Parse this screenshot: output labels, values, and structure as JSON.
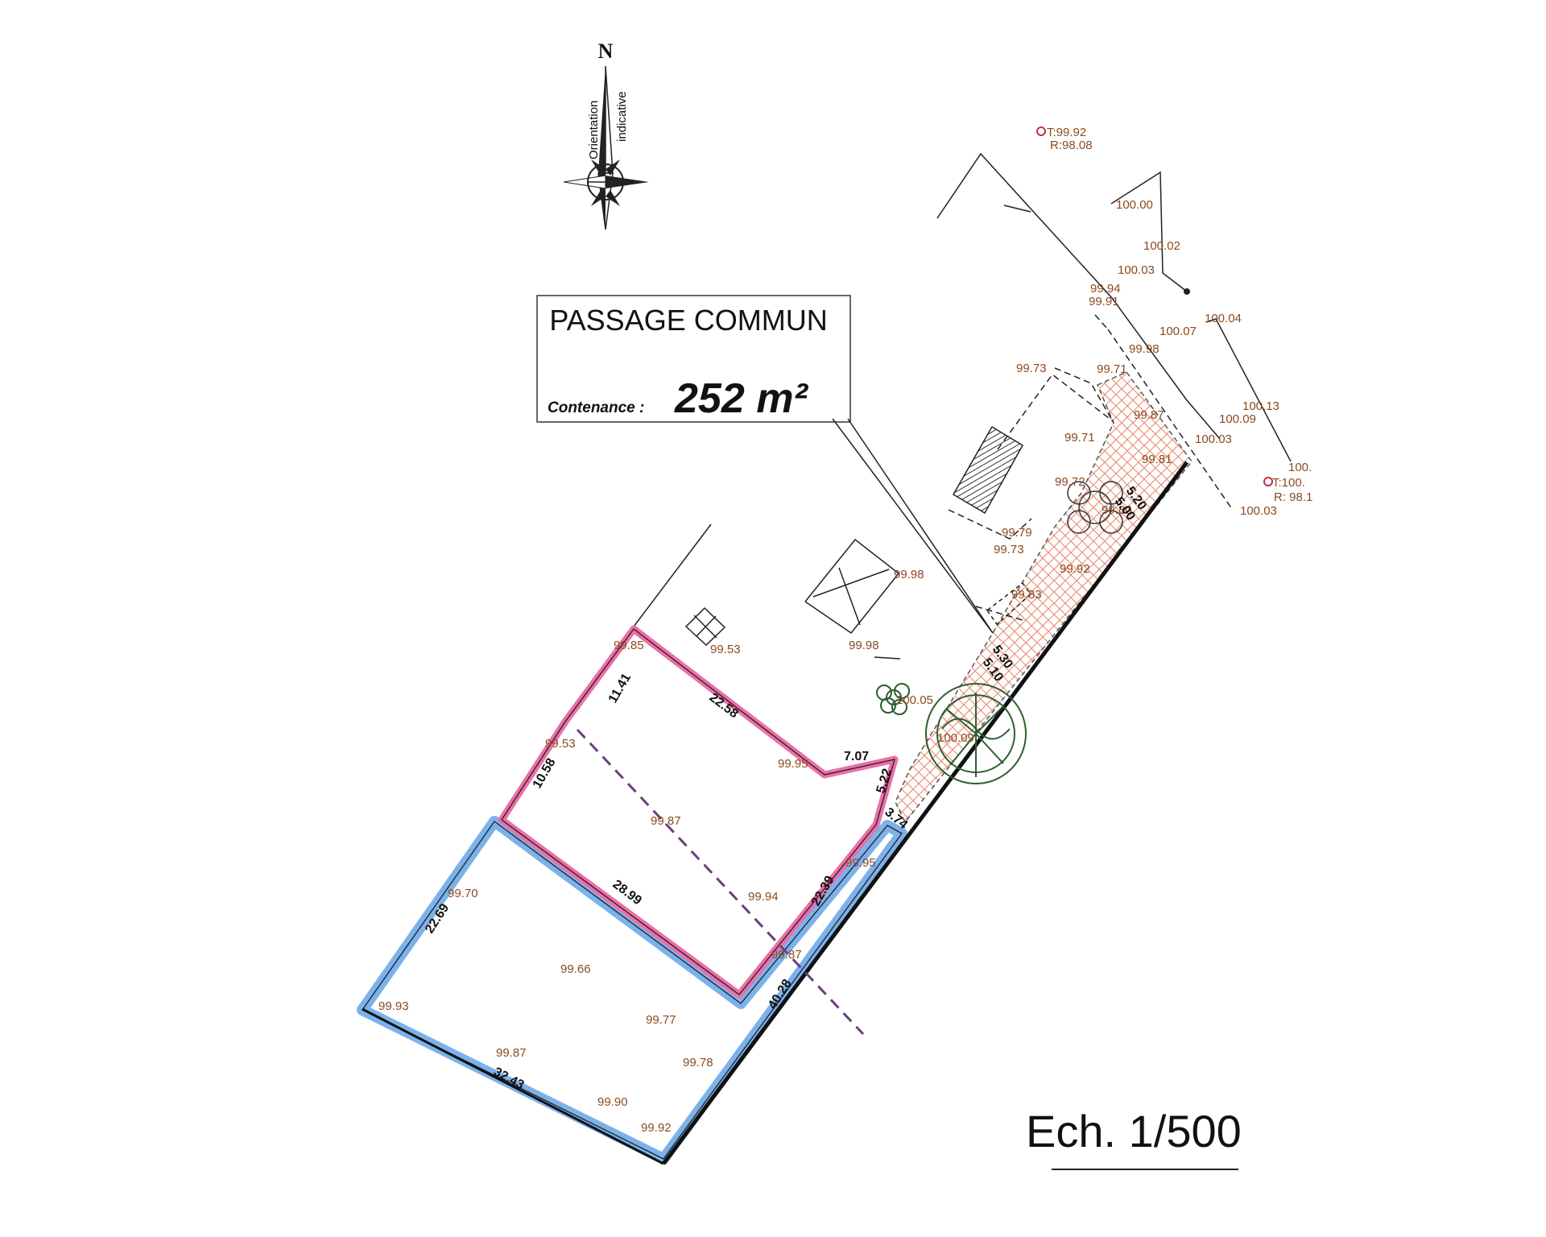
{
  "north_arrow": {
    "letter": "N",
    "orientation_line1": "Orientation",
    "orientation_line2": "indicative"
  },
  "title_box": {
    "title": "PASSAGE COMMUN",
    "contenance_label": "Contenance :",
    "contenance_value": "252 m²"
  },
  "scale": {
    "label": "Ech. 1/500"
  },
  "colors": {
    "lot_pink": "#ec6fa8",
    "lot_blue": "#7cb2ec",
    "passage_hatch": "#e98a6e",
    "elevation_text": "#8b4a1e",
    "tree": "#2e5e2e"
  },
  "elevations": {
    "e1": "T:99.92",
    "e2": "R:98.08",
    "e3": "100.00",
    "e4": "100.02",
    "e5": "100.03",
    "e6": "99.94",
    "e7": "99.91",
    "e8": "100.04",
    "e9": "100.07",
    "e10": "99.98",
    "e11": "99.73",
    "e12": "99.71",
    "e13": "99.71",
    "e14": "99.87",
    "e15": "100.13",
    "e16": "100.09",
    "e17": "100.03",
    "e18": "99.81",
    "e19": "T:100.",
    "e20": "R: 98.1",
    "e21": "100.03",
    "e22": "99.72",
    "e23": "99.80",
    "e24": "99.79",
    "e25": "99.73",
    "e26": "99.92",
    "e27": "99.98",
    "e28": "99.83",
    "e29": "99.85",
    "e30": "99.53",
    "e31": "99.98",
    "e32": "100.05",
    "e33": "100.09",
    "e34": "99.53",
    "e35": "99.95",
    "e36": "99.87",
    "e37": "99.95",
    "e38": "99.70",
    "e39": "99.94",
    "e40": "99.87",
    "e41": "99.66",
    "e42": "99.93",
    "e43": "99.77",
    "e44": "99.87",
    "e45": "99.78",
    "e46": "99.90",
    "e47": "99.92",
    "e48": "100."
  },
  "dimensions": {
    "d1": "5.20",
    "d2": "5.00",
    "d3": "5.30",
    "d4": "5.10",
    "d5": "11.41",
    "d6": "22.58",
    "d7": "7.07",
    "d8": "5.22",
    "d9": "3.74",
    "d10": "10.58",
    "d11": "22.39",
    "d12": "28.99",
    "d13": "22.69",
    "d14": "40.28",
    "d15": "32.43"
  }
}
